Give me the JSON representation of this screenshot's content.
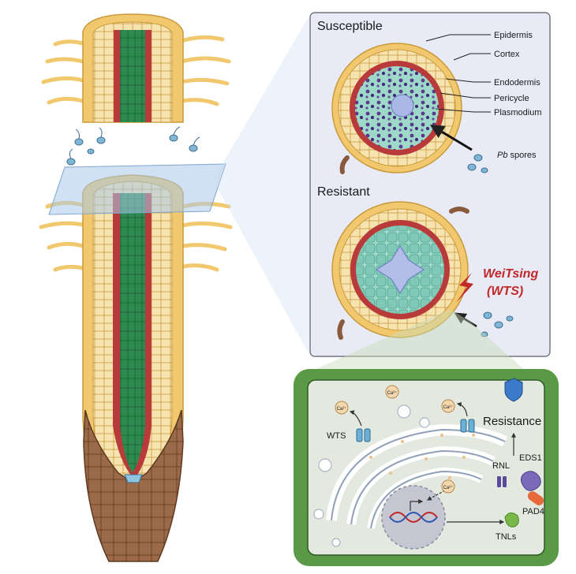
{
  "panels": {
    "susceptible": {
      "title": "Susceptible",
      "labels": [
        "Epidermis",
        "Cortex",
        "Endodermis",
        "Pericycle",
        "Plasmodium"
      ],
      "spores_italic": "Pb",
      "spores_text": " spores"
    },
    "resistant": {
      "title": "Resistant",
      "gene_name": "WeiTsing",
      "gene_abbrev": "(WTS)"
    },
    "cell": {
      "resistance": "Resistance",
      "wts": "WTS",
      "eds1": "EDS1",
      "rnl": "RNL",
      "pad4": "PAD4",
      "tnls": "TNLs",
      "calcium": "Ca²⁺"
    }
  },
  "colors": {
    "epidermis": "#f2c86e",
    "cortex": "#f7e3b0",
    "endodermis": "#b83a3a",
    "stele": "#2e8b50",
    "pathogen": "#5a3a8c",
    "panel_bg": "#e8ebf5",
    "cell_border": "#5a9a46",
    "cell_bg": "#e4e9e0",
    "wts_red": "#c0282a",
    "root_cap": "#8a5a3c"
  }
}
